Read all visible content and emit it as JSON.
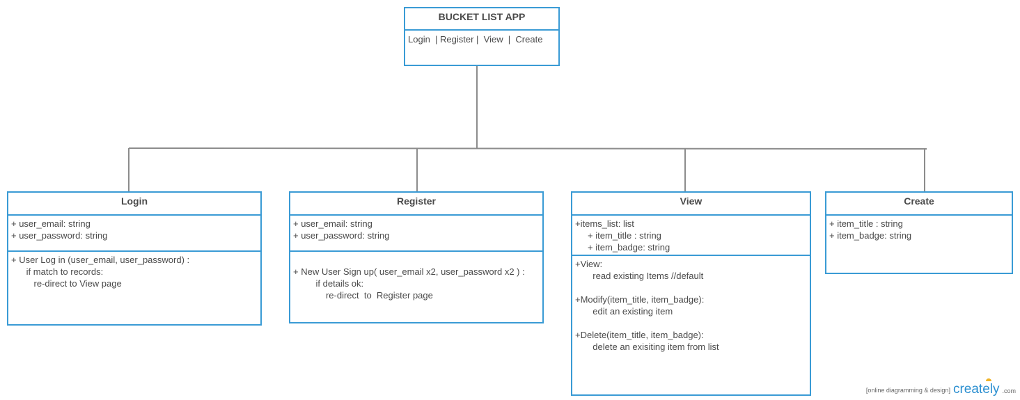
{
  "app": {
    "title": "BUCKET LIST APP",
    "menu": "Login  | Register |  View  |  Create"
  },
  "classes": {
    "login": {
      "name": "Login",
      "attributes": [
        "+ user_email: string",
        "+ user_password: string"
      ],
      "methods": [
        "+ User Log in (user_email, user_password) :",
        "      if match to records:",
        "         re-direct to View page"
      ]
    },
    "register": {
      "name": "Register",
      "attributes": [
        "+ user_email: string",
        "+ user_password: string"
      ],
      "methods": [
        "",
        "+ New User Sign up( user_email x2, user_password x2 ) :",
        "         if details ok:",
        "             re-direct  to  Register page"
      ]
    },
    "view": {
      "name": "View",
      "attributes": [
        "+items_list: list",
        "     + item_title : string",
        "     + item_badge: string"
      ],
      "methods": [
        "+View:",
        "       read existing Items //default",
        "",
        "+Modify(item_title, item_badge):",
        "       edit an existing item",
        "",
        "+Delete(item_title, item_badge):",
        "       delete an exisiting item from list"
      ]
    },
    "create": {
      "name": "Create",
      "attributes": [
        "+ item_title : string",
        "+ item_badge: string"
      ],
      "methods": []
    }
  },
  "footer": {
    "tagline": "[online diagramming & design]",
    "brand": "creately",
    "tld": ".com"
  },
  "colors": {
    "box_border": "#3a9bd5",
    "connector": "#8c8c8c",
    "text": "#4a4a4a",
    "brand": "#2b8fd0"
  }
}
